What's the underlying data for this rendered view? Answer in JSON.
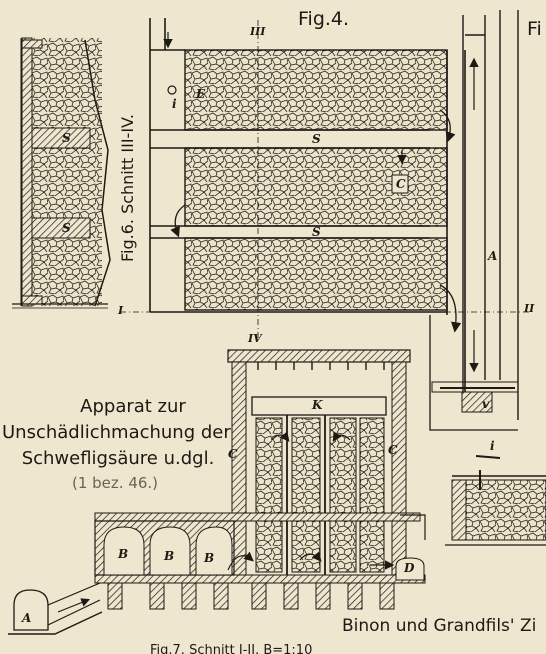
{
  "fig4": {
    "title": "Fig.4.",
    "right_edge_title": "Fi"
  },
  "fig6": {
    "title": "Fig.6. Schnitt III-IV."
  },
  "fig7": {
    "caption": "Fig.7. Schnitt I-II. B=1:10"
  },
  "caption": {
    "line1": "Apparat zur",
    "line2": "Unschädlichmachung der",
    "line3": "Schwefligsäure u.dgl.",
    "ref": "(1 bez. 46.)"
  },
  "credit": "Binon und Grandfils' Zi",
  "labels": {
    "III": "III",
    "IV": "IV",
    "I": "I",
    "II": "II",
    "E": "E",
    "i_top": "i",
    "S_upper": "S",
    "S_lower": "S",
    "C_mid": "C",
    "A_right": "A",
    "v": "v",
    "S6_upper": "S",
    "S6_lower": "S",
    "K": "K",
    "C_left": "C",
    "C_right": "C",
    "B1": "B",
    "B2": "B",
    "B3": "B",
    "A_bottom": "A",
    "D": "D",
    "i_right": "i"
  }
}
